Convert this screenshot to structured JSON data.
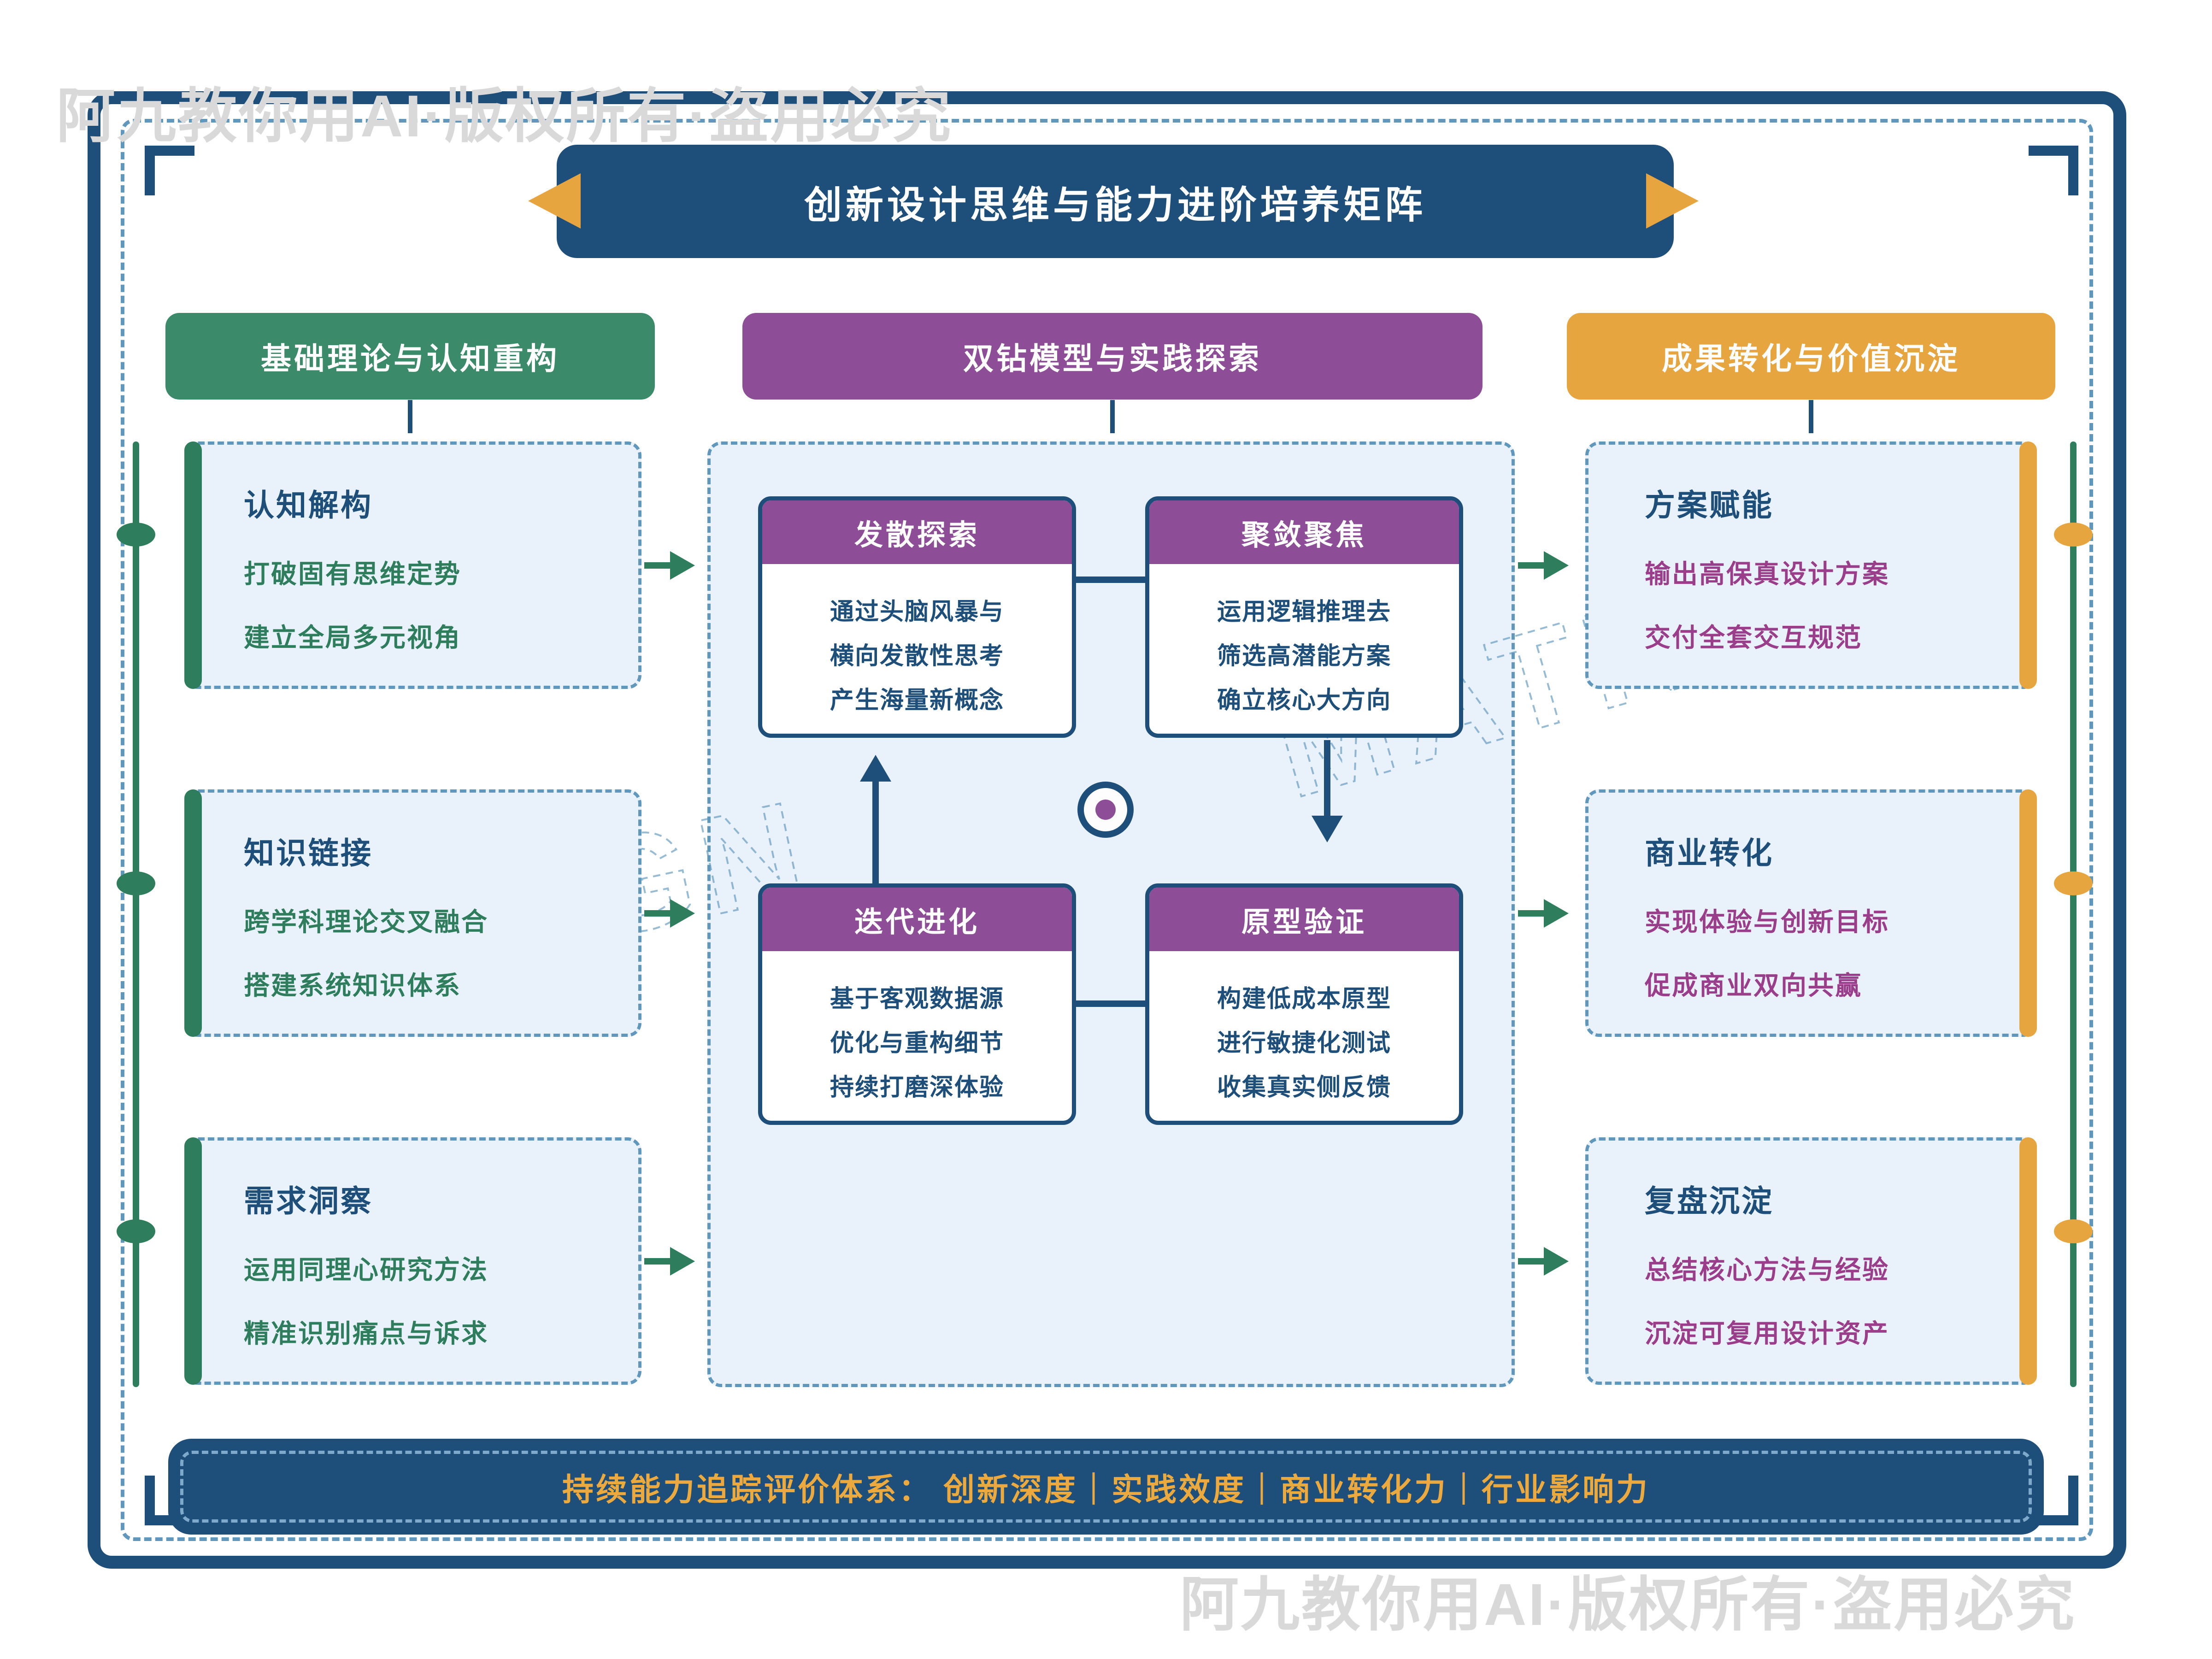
{
  "watermark": {
    "text": "阿九教你用AI·版权所有·盗用必究"
  },
  "title": {
    "text": "创新设计思维与能力进阶培养矩阵"
  },
  "background_words": [
    "DESIGN",
    "MATRIX"
  ],
  "columns": [
    {
      "id": "left",
      "header": "基础理论与认知重构",
      "accent_color": "#3b8a69",
      "boxes": [
        {
          "title": "认知解构",
          "lines": [
            "打破固有思维定势",
            "建立全局多元视角"
          ]
        },
        {
          "title": "知识链接",
          "lines": [
            "跨学科理论交叉融合",
            "搭建系统知识体系"
          ]
        },
        {
          "title": "需求洞察",
          "lines": [
            "运用同理心研究方法",
            "精准识别痛点与诉求"
          ]
        }
      ]
    },
    {
      "id": "center",
      "header": "双钻模型与实践探索",
      "accent_color": "#8d4d97",
      "boxes": [
        {
          "title": "发散探索",
          "lines": [
            "通过头脑风暴与",
            "横向发散性思考",
            "产生海量新概念"
          ]
        },
        {
          "title": "聚敛聚焦",
          "lines": [
            "运用逻辑推理去",
            "筛选高潜能方案",
            "确立核心大方向"
          ]
        },
        {
          "title": "迭代进化",
          "lines": [
            "基于客观数据源",
            "优化与重构细节",
            "持续打磨深体验"
          ]
        },
        {
          "title": "原型验证",
          "lines": [
            "构建低成本原型",
            "进行敏捷化测试",
            "收集真实侧反馈"
          ]
        }
      ]
    },
    {
      "id": "right",
      "header": "成果转化与价值沉淀",
      "accent_color": "#e7a53f",
      "boxes": [
        {
          "title": "方案赋能",
          "lines": [
            "输出高保真设计方案",
            "交付全套交互规范"
          ]
        },
        {
          "title": "商业转化",
          "lines": [
            "实现体验与创新目标",
            "促成商业双向共赢"
          ]
        },
        {
          "title": "复盘沉淀",
          "lines": [
            "总结核心方法与经验",
            "沉淀可复用设计资产"
          ]
        }
      ]
    }
  ],
  "footer": {
    "text": "持续能力追踪评价体系： 创新深度｜实践效度｜商业转化力｜行业影响力"
  },
  "colors": {
    "navy": "#1e4e7a",
    "green": "#2e7d5c",
    "green_header": "#3b8a69",
    "purple_header": "#8d4d97",
    "purple_text": "#9a3e8c",
    "orange": "#e7a53f",
    "panel_bg": "#e9f1fa",
    "dash_border": "#5f97bd",
    "watermark_gray": "#d9d9d9"
  }
}
